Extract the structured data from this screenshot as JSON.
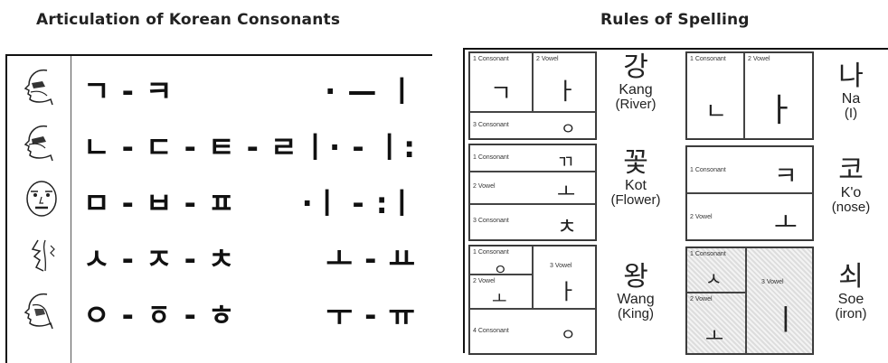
{
  "left": {
    "title": "Articulation of Korean Consonants",
    "rows": [
      {
        "face": "side-profile-icon",
        "consonants": "ㄱ - ㅋ",
        "vowels": "· — ㅣ"
      },
      {
        "face": "side-profile-icon",
        "consonants": "ㄴ - ㄷ - ㅌ - ㄹ",
        "vowels": "ㅣ· - ㅣ:"
      },
      {
        "face": "front-face-icon",
        "consonants": "ㅁ - ㅂ - ㅍ",
        "vowels": "·ㅣ - :ㅣ"
      },
      {
        "face": "teeth-profile-icon",
        "consonants": "ㅅ - ㅈ - ㅊ",
        "vowels": "ㅗ - ㅛ"
      },
      {
        "face": "throat-profile-icon",
        "consonants": "ㅇ - ㆆ - ㅎ",
        "vowels": "ㅜ - ㅠ"
      }
    ]
  },
  "right": {
    "title": "Rules of Spelling",
    "blocks": [
      {
        "cells": [
          {
            "label": "1 Consonant",
            "jamo": "ㄱ"
          },
          {
            "label": "2 Vowel",
            "jamo": "ㅏ"
          },
          {
            "label": "3 Consonant",
            "jamo": "ㅇ"
          }
        ],
        "syllable": "강",
        "roman": "Kang",
        "meaning": "(River)"
      },
      {
        "cells": [
          {
            "label": "1 Consonant",
            "jamo": "ㄲ"
          },
          {
            "label": "2 Vowel",
            "jamo": "ㅗ"
          },
          {
            "label": "3 Consonant",
            "jamo": "ㅊ"
          }
        ],
        "syllable": "꽃",
        "roman": "Kot",
        "meaning": "(Flower)"
      },
      {
        "cells": [
          {
            "label": "1 Consonant",
            "jamo": "ㅇ"
          },
          {
            "label": "2 Vowel",
            "jamo": "ㅗ"
          },
          {
            "label": "3 Vowel",
            "jamo": "ㅏ"
          },
          {
            "label": "4 Consonant",
            "jamo": "ㅇ"
          }
        ],
        "syllable": "왕",
        "roman": "Wang",
        "meaning": "(King)"
      },
      {
        "cells": [
          {
            "label": "1 Consonant",
            "jamo": "ㄴ"
          },
          {
            "label": "2 Vowel",
            "jamo": "ㅏ"
          }
        ],
        "syllable": "나",
        "roman": "Na",
        "meaning": "(I)"
      },
      {
        "cells": [
          {
            "label": "1 Consonant",
            "jamo": "ㅋ"
          },
          {
            "label": "2 Vowel",
            "jamo": "ㅗ"
          }
        ],
        "syllable": "코",
        "roman": "K'o",
        "meaning": "(nose)"
      },
      {
        "cells": [
          {
            "label": "1 Consonant",
            "jamo": "ㅅ"
          },
          {
            "label": "2 Vowel",
            "jamo": "ㅗ"
          },
          {
            "label": "3 Vowel",
            "jamo": "ㅣ"
          }
        ],
        "syllable": "쇠",
        "roman": "Soe",
        "meaning": "(iron)"
      }
    ]
  }
}
